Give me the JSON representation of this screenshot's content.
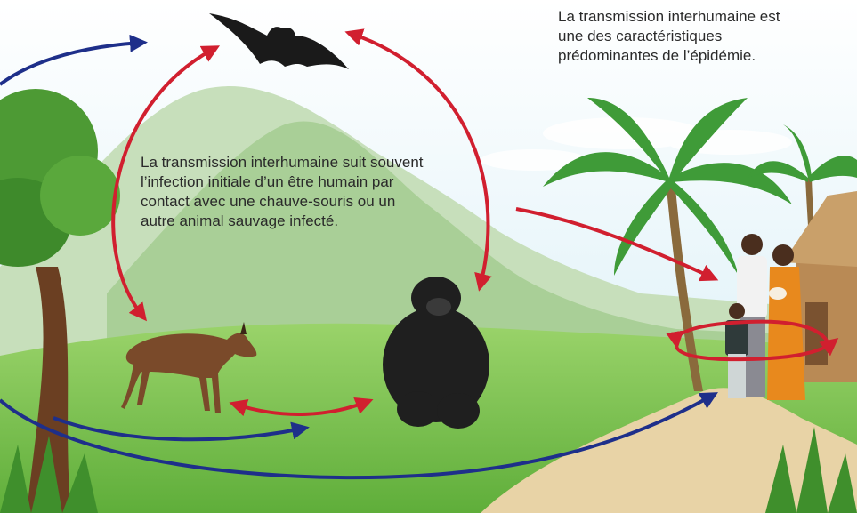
{
  "captions": {
    "top": [
      "La transmission interhumaine est",
      "une des caractéristiques",
      "prédominantes de l’épidémie."
    ],
    "middle": [
      "La transmission interhumaine suit souvent",
      "l’infection initiale d’un être humain par",
      "contact avec une chauve-souris ou un",
      "autre animal sauvage infecté."
    ]
  },
  "colors": {
    "sky": "#dff1f8",
    "mountain_far": "#bfd9b4",
    "mountain_near": "#9cc78c",
    "grass": "#7fc24d",
    "path": "#e8d3a6",
    "red_arrow": "#d11f2f",
    "blue_arrow": "#1e2f8a"
  },
  "icons": [
    "bat-icon",
    "duiker-icon",
    "chimpanzee-icon",
    "family-icon",
    "palm-tree-icon",
    "hut-icon",
    "tree-icon"
  ]
}
